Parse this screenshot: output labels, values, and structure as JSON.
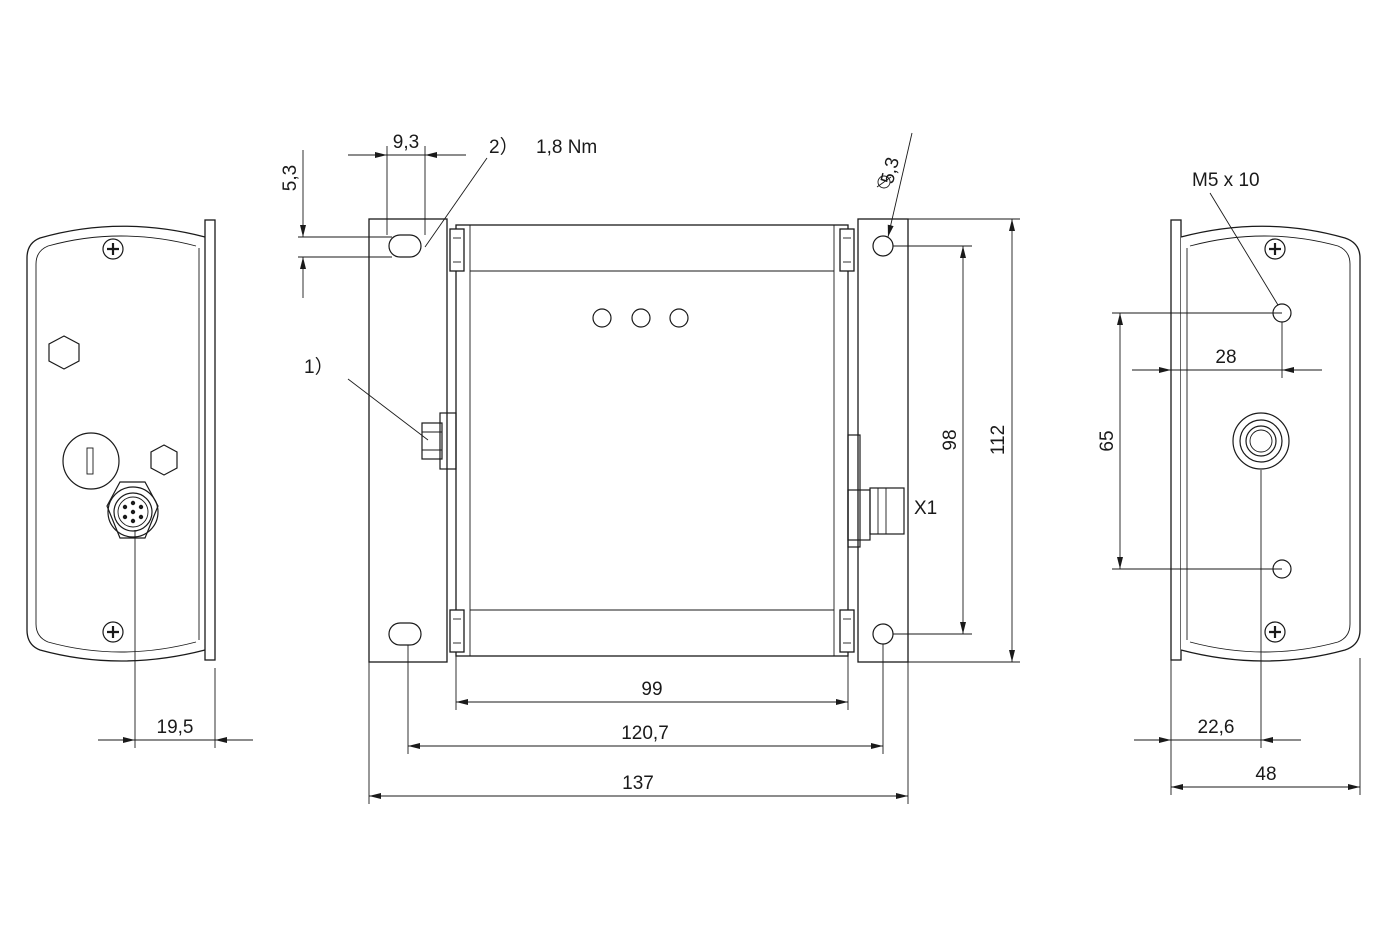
{
  "dimensions": {
    "slot_height": "5,3",
    "slot_width": "9,3",
    "callout_2": "2）",
    "torque": "1,8 Nm",
    "hole_diameter": "5,3",
    "callout_1": "1）",
    "connector": "X1",
    "hole_pitch_v": "98",
    "overall_height": "112",
    "body_width": "99",
    "hole_pitch_h": "120,7",
    "overall_width": "137",
    "left_offset": "19,5",
    "thread": "M5 x 10",
    "thread_offset": "28",
    "thread_pitch": "65",
    "right_offset": "22,6",
    "depth": "48"
  }
}
